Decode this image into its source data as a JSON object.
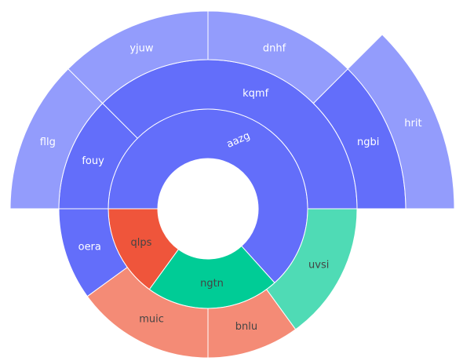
{
  "chart_data": {
    "type": "sunburst",
    "title": "",
    "colors": {
      "blue_inner": "#636efa",
      "blue_outer": "#939cfc",
      "red_inner": "#ef553b",
      "red_outer": "#f48b76",
      "green_inner": "#00cc96",
      "green_outer": "#4fdbb5",
      "label_dark": "#444444",
      "label_light": "#ffffff"
    },
    "root": {
      "label": "",
      "children": [
        {
          "label": "aazg",
          "color": "blue",
          "value": 10,
          "children": [
            {
              "label": "kqmf",
              "value": 6,
              "children": [
                {
                  "label": "yjuw",
                  "value": 1.5
                },
                {
                  "label": "dnhf",
                  "value": 1.5
                },
                {
                  "label": "hrit",
                  "value": 1.5
                }
              ]
            },
            {
              "label": "ngbi",
              "value": 1.5,
              "children": []
            },
            {
              "label": "fouy",
              "value": 1.5,
              "children": [
                {
                  "label": "fllg",
                  "value": 1.5
                }
              ]
            },
            {
              "label": "oera",
              "value": 1,
              "children": []
            }
          ]
        },
        {
          "label": "qlps",
          "color": "red",
          "value": 3,
          "children": [
            {
              "label": "muic",
              "value": 1.5,
              "children": []
            },
            {
              "label": "bnlu",
              "value": 1.5,
              "children": []
            }
          ]
        },
        {
          "label": "ngtn",
          "color": "green",
          "value": 2,
          "children": [
            {
              "label": "uvsi",
              "value": 2,
              "children": []
            }
          ]
        }
      ]
    }
  }
}
